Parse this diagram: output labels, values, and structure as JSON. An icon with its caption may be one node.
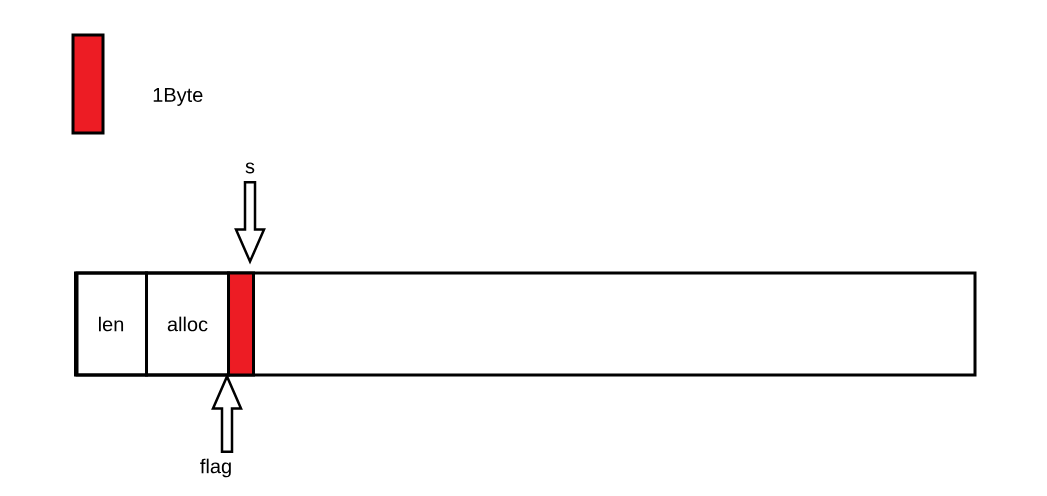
{
  "diagram": {
    "nodes": [
      {
        "text": [],
        "shape": "box"
      },
      {
        "text": [
          "len"
        ],
        "in": 0
      },
      {
        "text": [
          "alloc"
        ],
        "in": 0
      },
      {
        "text": [],
        "shape": "bar",
        "in": 0
      },
      {
        "text": [
          "s"
        ]
      },
      {
        "text": [
          "flag"
        ]
      }
    ],
    "edges": [
      {
        "from": 4,
        "to": 3,
        "arrow": "to"
      },
      {
        "from": 5,
        "to": 3,
        "arrow": "to"
      }
    ],
    "legend": [
      {
        "text": "1Byte",
        "color": "#ed1c24"
      }
    ]
  }
}
